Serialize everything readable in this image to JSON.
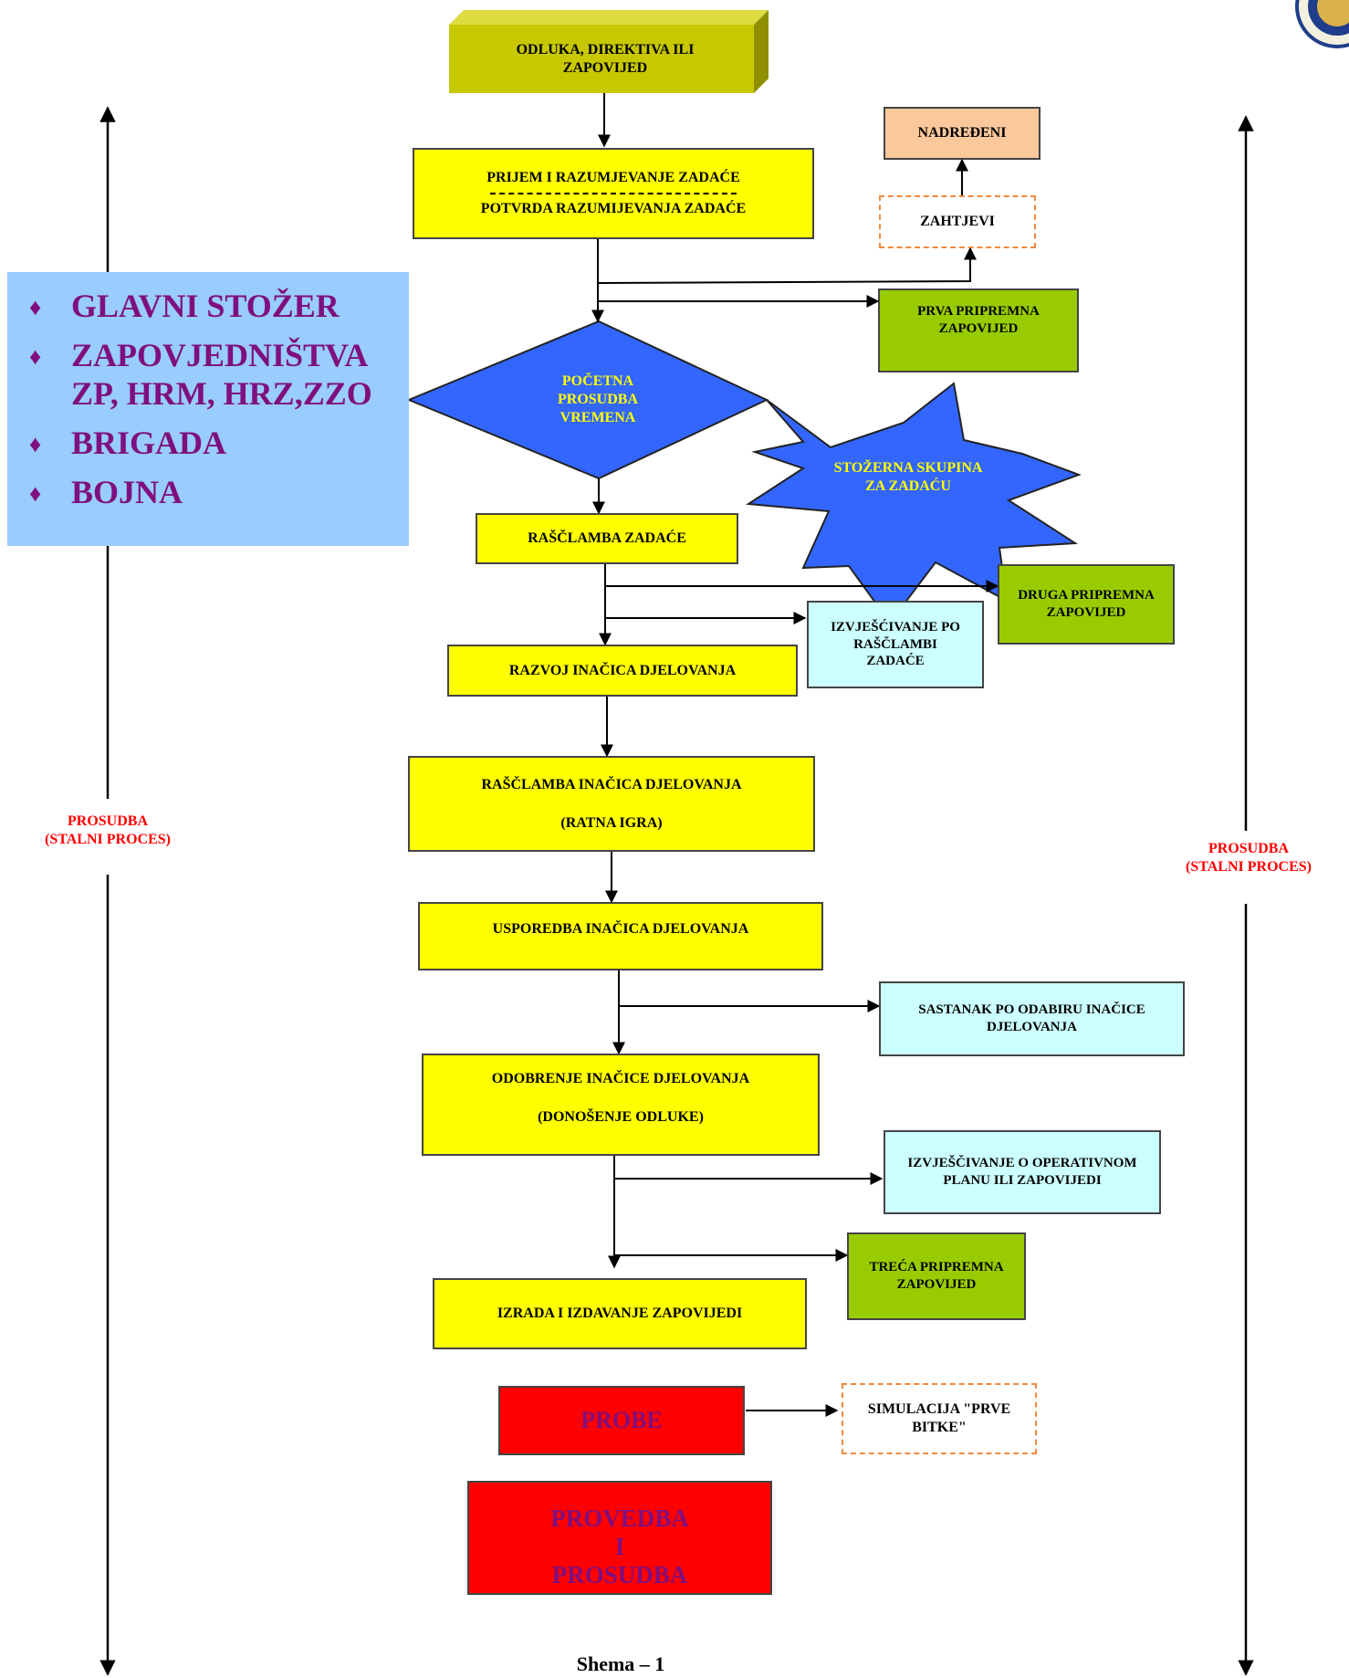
{
  "nodes": {
    "decision": "ODLUKA, DIREKTIVA ILI ZAPOVIJED",
    "receipt_line1": "PRIJEM I RAZUMJEVANJE ZADAĆE",
    "receipt_line2": "POTVRDA RAZUMIJEVANJA ZADAĆE",
    "superior": "NADREĐENI",
    "requests": "ZAHTJEVI",
    "first_warning_order": "PRVA PRIPREMNA ZAPOVIJED",
    "initial_time_estimate": "POČETNA PROSUDBA VREMENA",
    "staff_group": "STOŽERNA SKUPINA ZA ZADAĆU",
    "mission_analysis": "RAŠČLAMBA ZADAĆE",
    "second_warning_order": "DRUGA PRIPREMNA ZAPOVIJED",
    "mission_analysis_briefing": "IZVJEŠĆIVANJE PO RAŠČLAMBI ZADAĆE",
    "coa_development": "RAZVOJ INAČICA DJELOVANJA",
    "coa_analysis_line1": "RAŠČLAMBA INAČICA DJELOVANJA",
    "coa_analysis_line2": "(RATNA IGRA)",
    "coa_comparison": "USPOREDBA INAČICA DJELOVANJA",
    "coa_decision_briefing": "SASTANAK PO ODABIRU INAČICE DJELOVANJA",
    "coa_approval_line1": "ODOBRENJE INAČICE DJELOVANJA",
    "coa_approval_line2": "(DONOŠENJE ODLUKE)",
    "orders_briefing": "IZVJEŠČIVANJE O OPERATIVNOM PLANU ILI ZAPOVIJEDI",
    "third_warning_order": "TREĆA PRIPREMNA ZAPOVIJED",
    "orders_production": "IZRADA I IZDAVANJE ZAPOVIJEDI",
    "rehearsals": "PROBE",
    "simulation": "SIMULACIJA \"PRVE BITKE\"",
    "execution_line1": "PROVEDBA",
    "execution_line2": "I",
    "execution_line3": "PROSUDBA"
  },
  "levels": [
    "GLAVNI STOŽER",
    "ZAPOVJEDNIŠTVA ZP, HRM, HRZ,ZZO",
    "BRIGADA",
    "BOJNA"
  ],
  "side_labels": {
    "left_line1": "PROSUDBA",
    "left_line2": "(STALNI PROCES)",
    "right_line1": "PROSUDBA",
    "right_line2": "(STALNI PROCES)"
  },
  "caption": "Shema – 1",
  "colors": {
    "yellow": "#ffff00",
    "olive": "#c8c800",
    "green": "#99cc00",
    "cyan": "#ccffff",
    "orange": "#fbc89b",
    "red": "#ff0000",
    "blue": "#3366ff",
    "panel": "#99ccff",
    "purple_text": "#7f0f7f"
  }
}
